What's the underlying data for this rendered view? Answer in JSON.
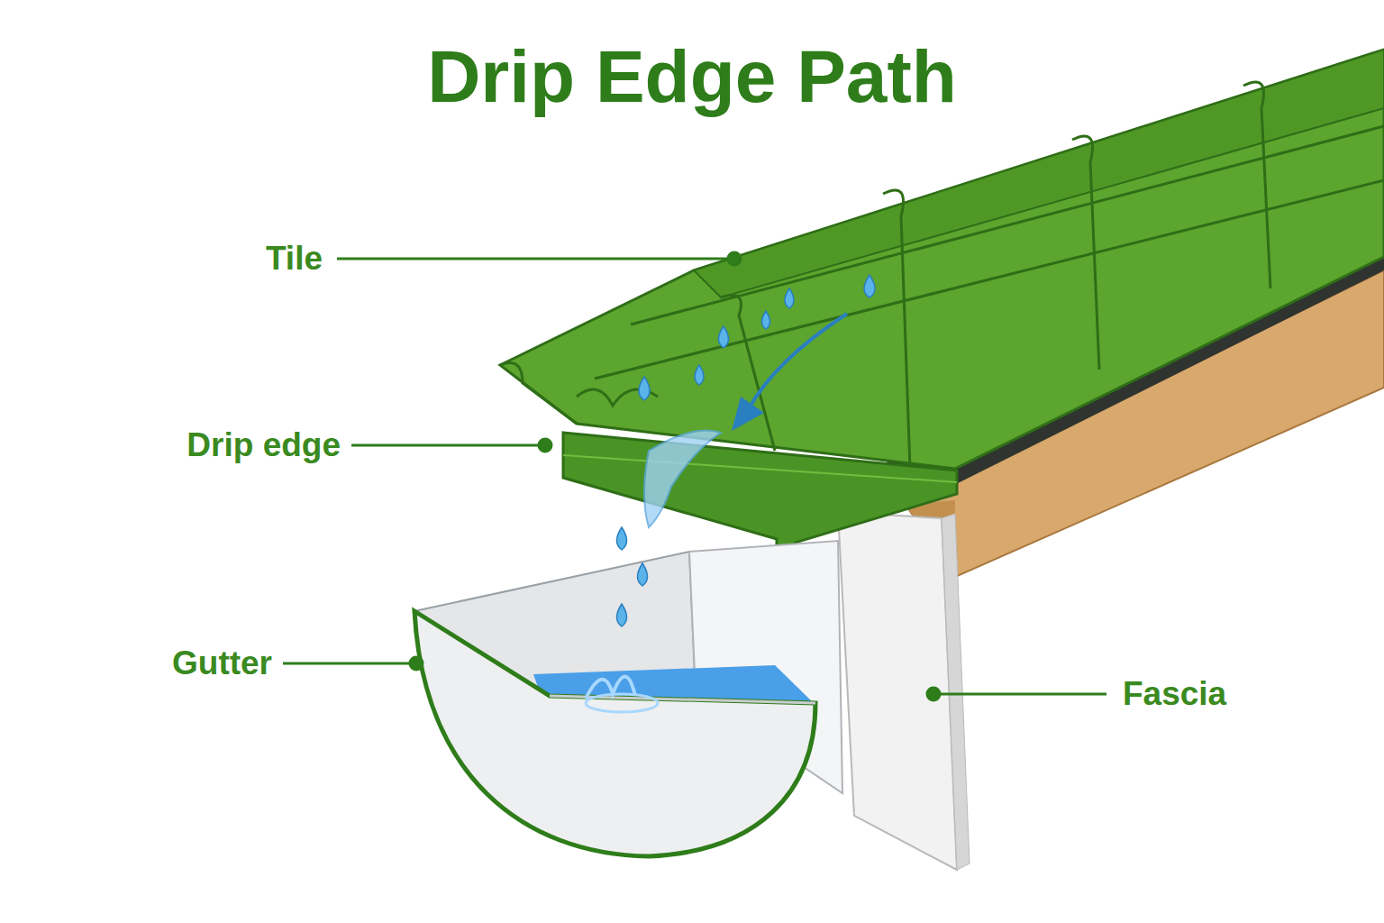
{
  "diagram": {
    "title": "Drip Edge Path",
    "labels": [
      "Tile",
      "Drip edge",
      "Gutter",
      "Fascia"
    ]
  }
}
